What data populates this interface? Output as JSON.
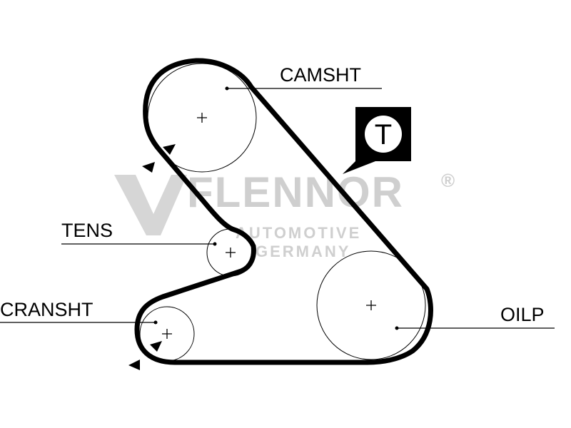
{
  "labels": {
    "camshaft": "CAMSHT",
    "tensioner": "TENS",
    "crankshaft": "CRANSHT",
    "oil_pump": "OILP"
  },
  "badge": {
    "letter": "T"
  },
  "watermark": {
    "brand": "FLENNOR",
    "registered": "®",
    "line1": "AUTOMOTIVE",
    "line2": "GERMANY"
  },
  "colors": {
    "ink": "#000000",
    "watermark": "#cfcfcf",
    "background": "#ffffff"
  }
}
